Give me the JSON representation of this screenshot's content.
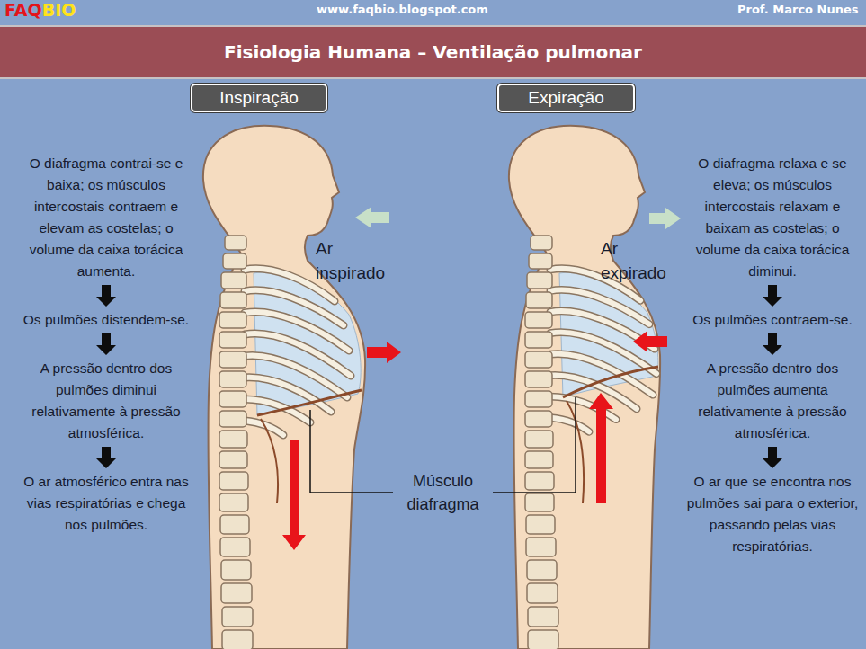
{
  "diagram": {
    "title": "Fisiologia Humana – Ventilação pulmonar",
    "nodes": [
      {
        "text": [
          "Inspiração"
        ]
      },
      {
        "text": [
          "O diafragma contrai-se e baixa; os músculos intercostais contraem e elevam as costelas; o volume da caixa torácica aumenta."
        ]
      },
      {
        "text": [
          "Os pulmões distendem-se."
        ]
      },
      {
        "text": [
          "A pressão dentro dos pulmões diminui relativamente à pressão atmosférica."
        ]
      },
      {
        "text": [
          "O ar atmosférico entra nas vias respiratórias e chega nos pulmões."
        ]
      },
      {
        "text": [
          "Expiração"
        ]
      },
      {
        "text": [
          "O diafragma relaxa e se eleva; os músculos intercostais relaxam e baixam as costelas; o volume da caixa torácica diminui."
        ]
      },
      {
        "text": [
          "Os pulmões contraem-se."
        ]
      },
      {
        "text": [
          "A pressão dentro dos pulmões aumenta relativamente à pressão atmosférica."
        ]
      },
      {
        "text": [
          "O ar que se encontra nos pulmões sai para o exterior, passando pelas vias respiratórias."
        ]
      }
    ],
    "edges": [
      {
        "from": 1,
        "to": 2,
        "arrow": "to"
      },
      {
        "from": 2,
        "to": 3,
        "arrow": "to"
      },
      {
        "from": 3,
        "to": 4,
        "arrow": "to"
      },
      {
        "from": 6,
        "to": 7,
        "arrow": "to"
      },
      {
        "from": 7,
        "to": 8,
        "arrow": "to"
      },
      {
        "from": 8,
        "to": 9,
        "arrow": "to"
      }
    ],
    "labels": [
      "FAQ",
      "BIO",
      "www.faqbio.blogspot.com",
      "Prof. Marco Nunes",
      "Ar inspirado",
      "Ar expirado",
      "Músculo diafragma"
    ]
  }
}
